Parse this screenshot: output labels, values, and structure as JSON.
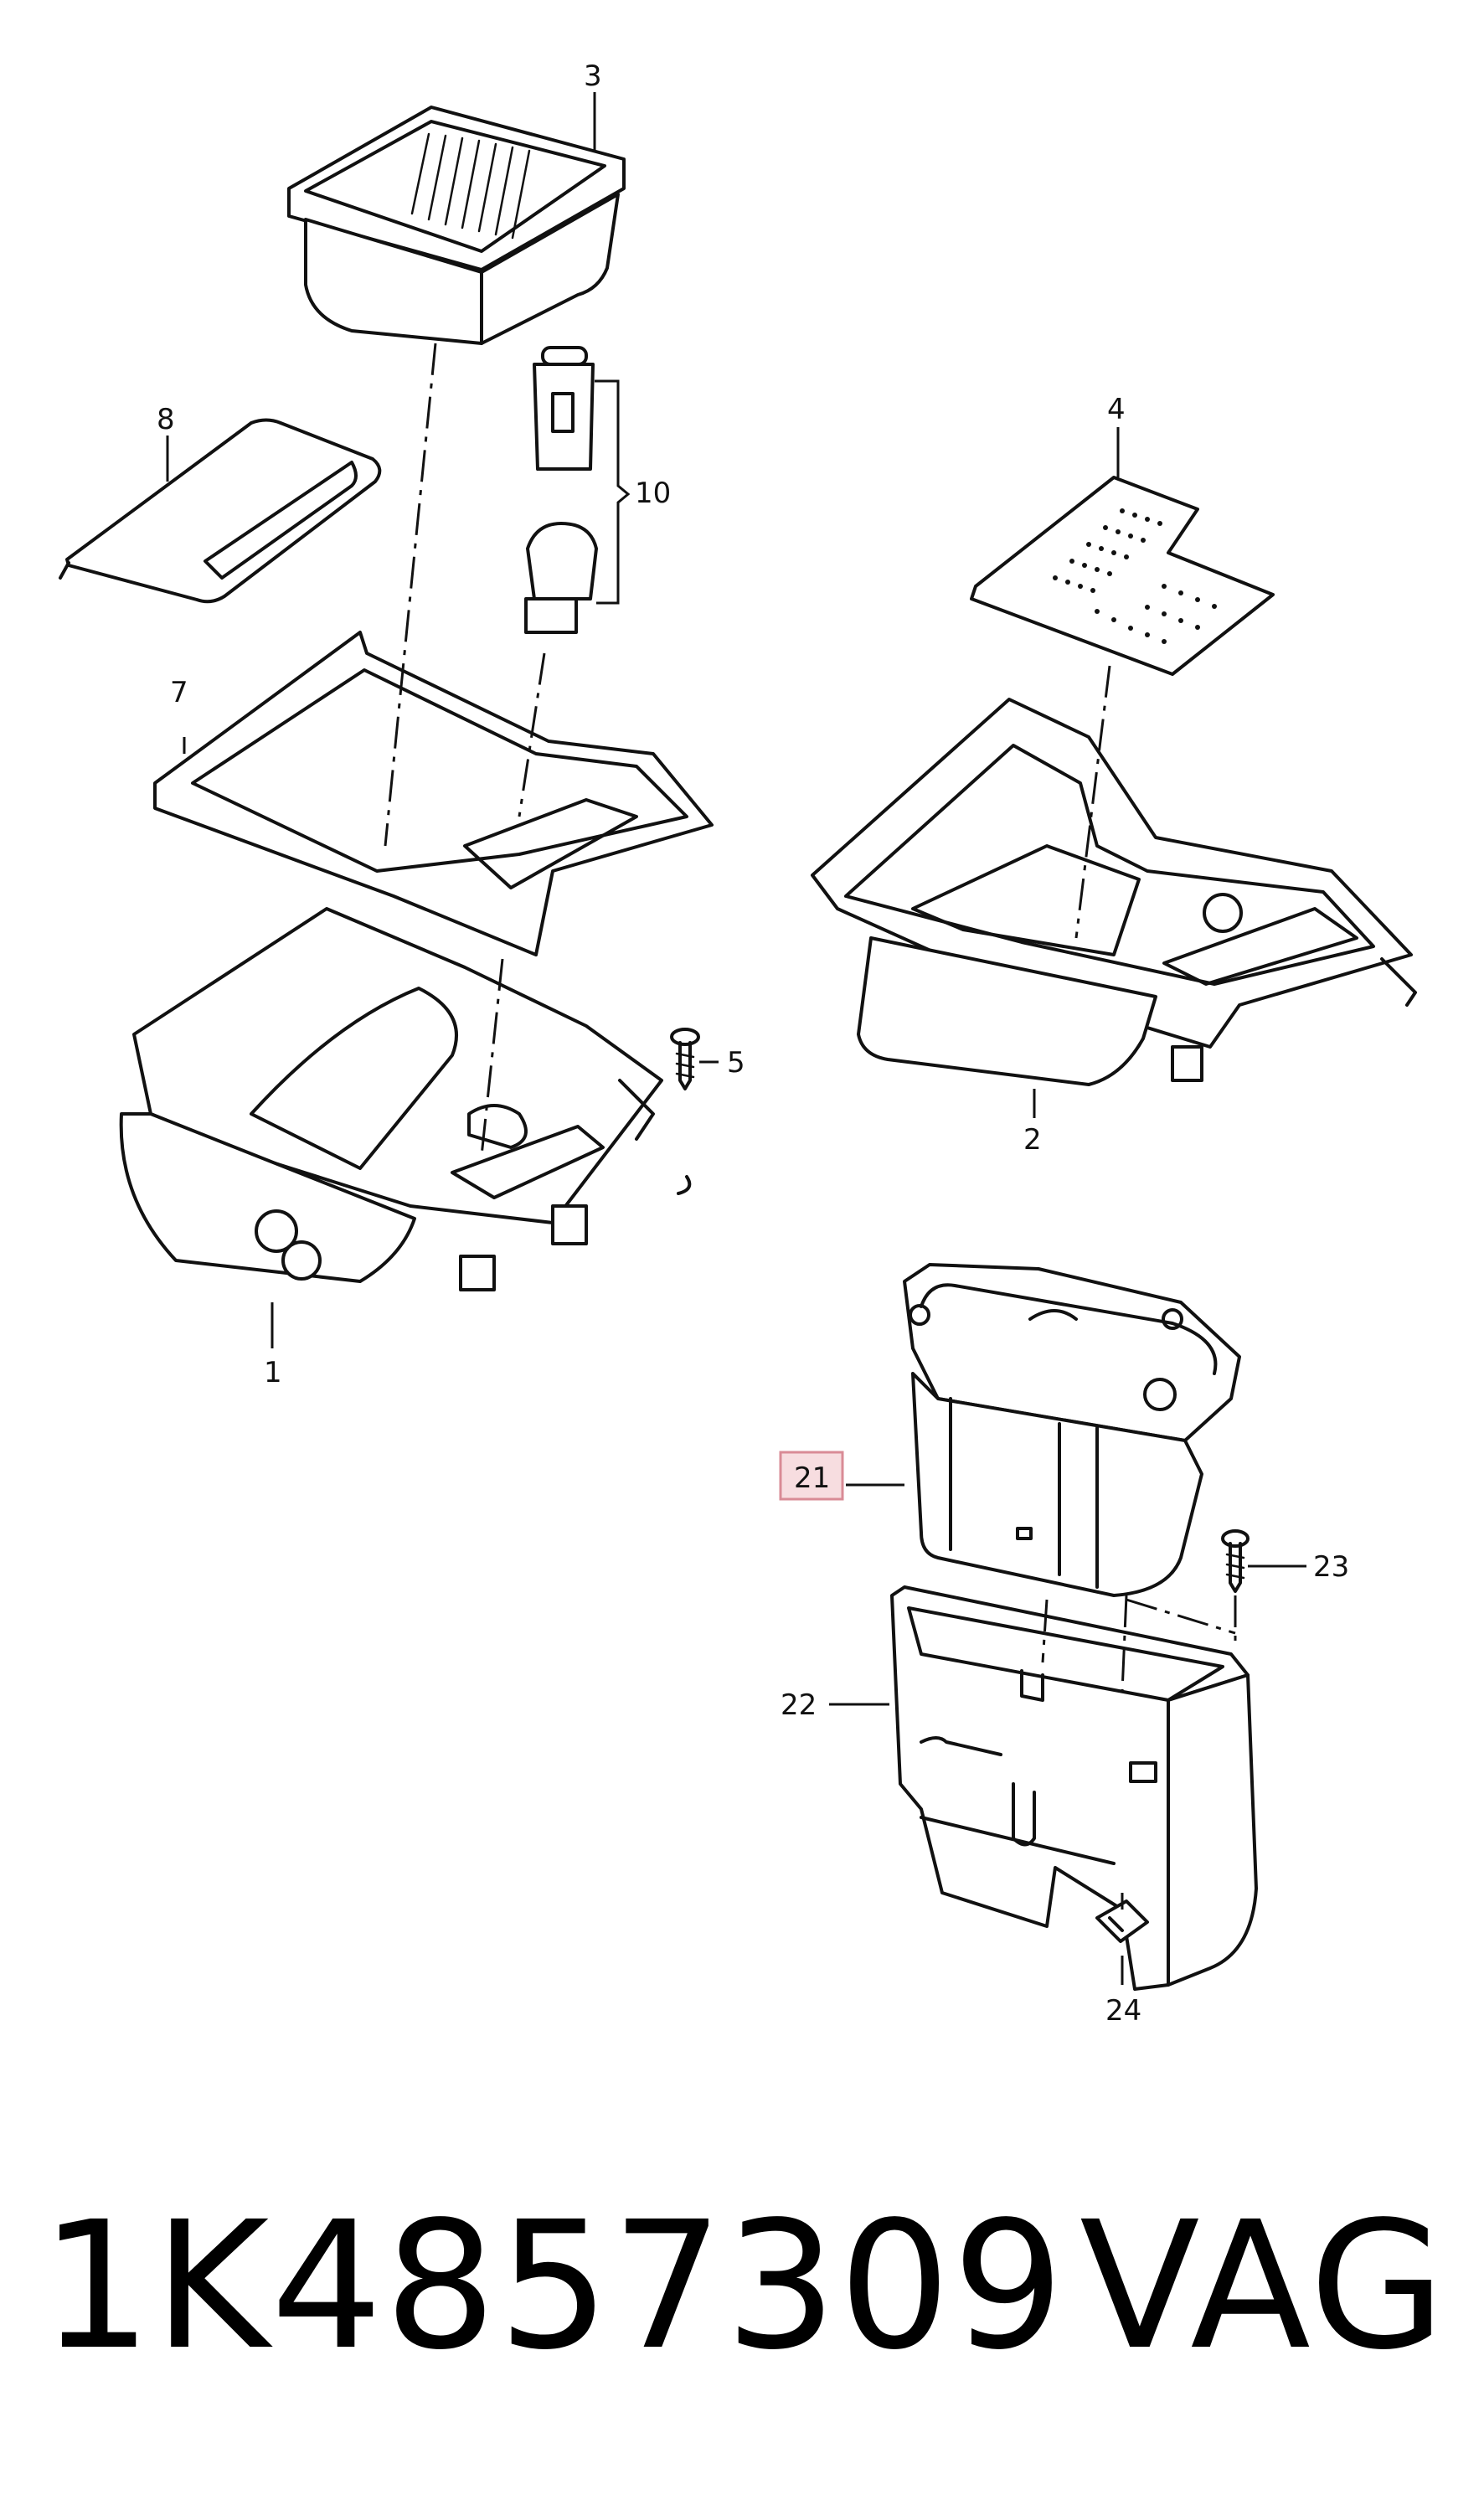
{
  "callouts": {
    "c1": "1",
    "c2": "2",
    "c3": "3",
    "c4": "4",
    "c5": "5",
    "c7": "7",
    "c8": "8",
    "c10": "10",
    "c21": "21",
    "c22": "22",
    "c23": "23",
    "c24": "24"
  },
  "highlighted_callout": "21",
  "caption": {
    "part_number": "1K4857309",
    "brand": "VAG"
  },
  "colors": {
    "line": "#111111",
    "highlight_fill": "#f7dde0",
    "highlight_border": "#d98b96",
    "background": "#ffffff"
  }
}
